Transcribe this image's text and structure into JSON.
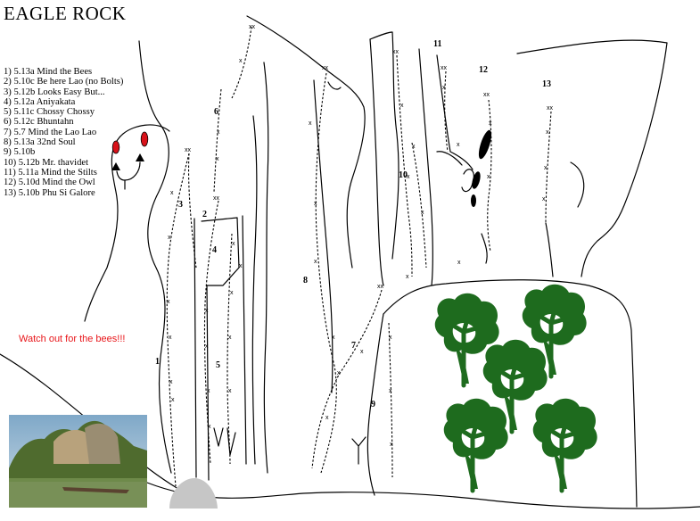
{
  "title": "EAGLE ROCK",
  "routes": [
    "1) 5.13a Mind the Bees",
    "2) 5.10c Be here Lao (no Bolts)",
    "3) 5.12b Looks Easy But...",
    "4) 5.12a Aniyakata",
    "5) 5.11c Chossy Chossy",
    "6) 5.12c Bhuntahn",
    "7) 5.7 Mind the Lao Lao",
    "8) 5.13a 32nd Soul",
    "9) 5.10b",
    "10) 5.12b Mr. thavidet",
    "11) 5.11a Mind the Stilts",
    "12) 5.10d Mind the Owl",
    "13) 5.10b Phu Si Galore"
  ],
  "warning": "Watch out for the bees!!!",
  "route_numbers": [
    "1",
    "2",
    "3",
    "4",
    "5",
    "6",
    "7",
    "8",
    "9",
    "10",
    "11",
    "12",
    "13"
  ],
  "bolt_mark": "x",
  "anchor_mark": "xx",
  "icons": [
    "bee-icon",
    "tree-icon",
    "boulder-icon",
    "photo-thumbnail"
  ],
  "colors": {
    "text": "#000000",
    "warning": "#e8161a",
    "bee": "#d8121a",
    "tree": "#1e6b1e",
    "boulder": "#c6c6c6"
  }
}
